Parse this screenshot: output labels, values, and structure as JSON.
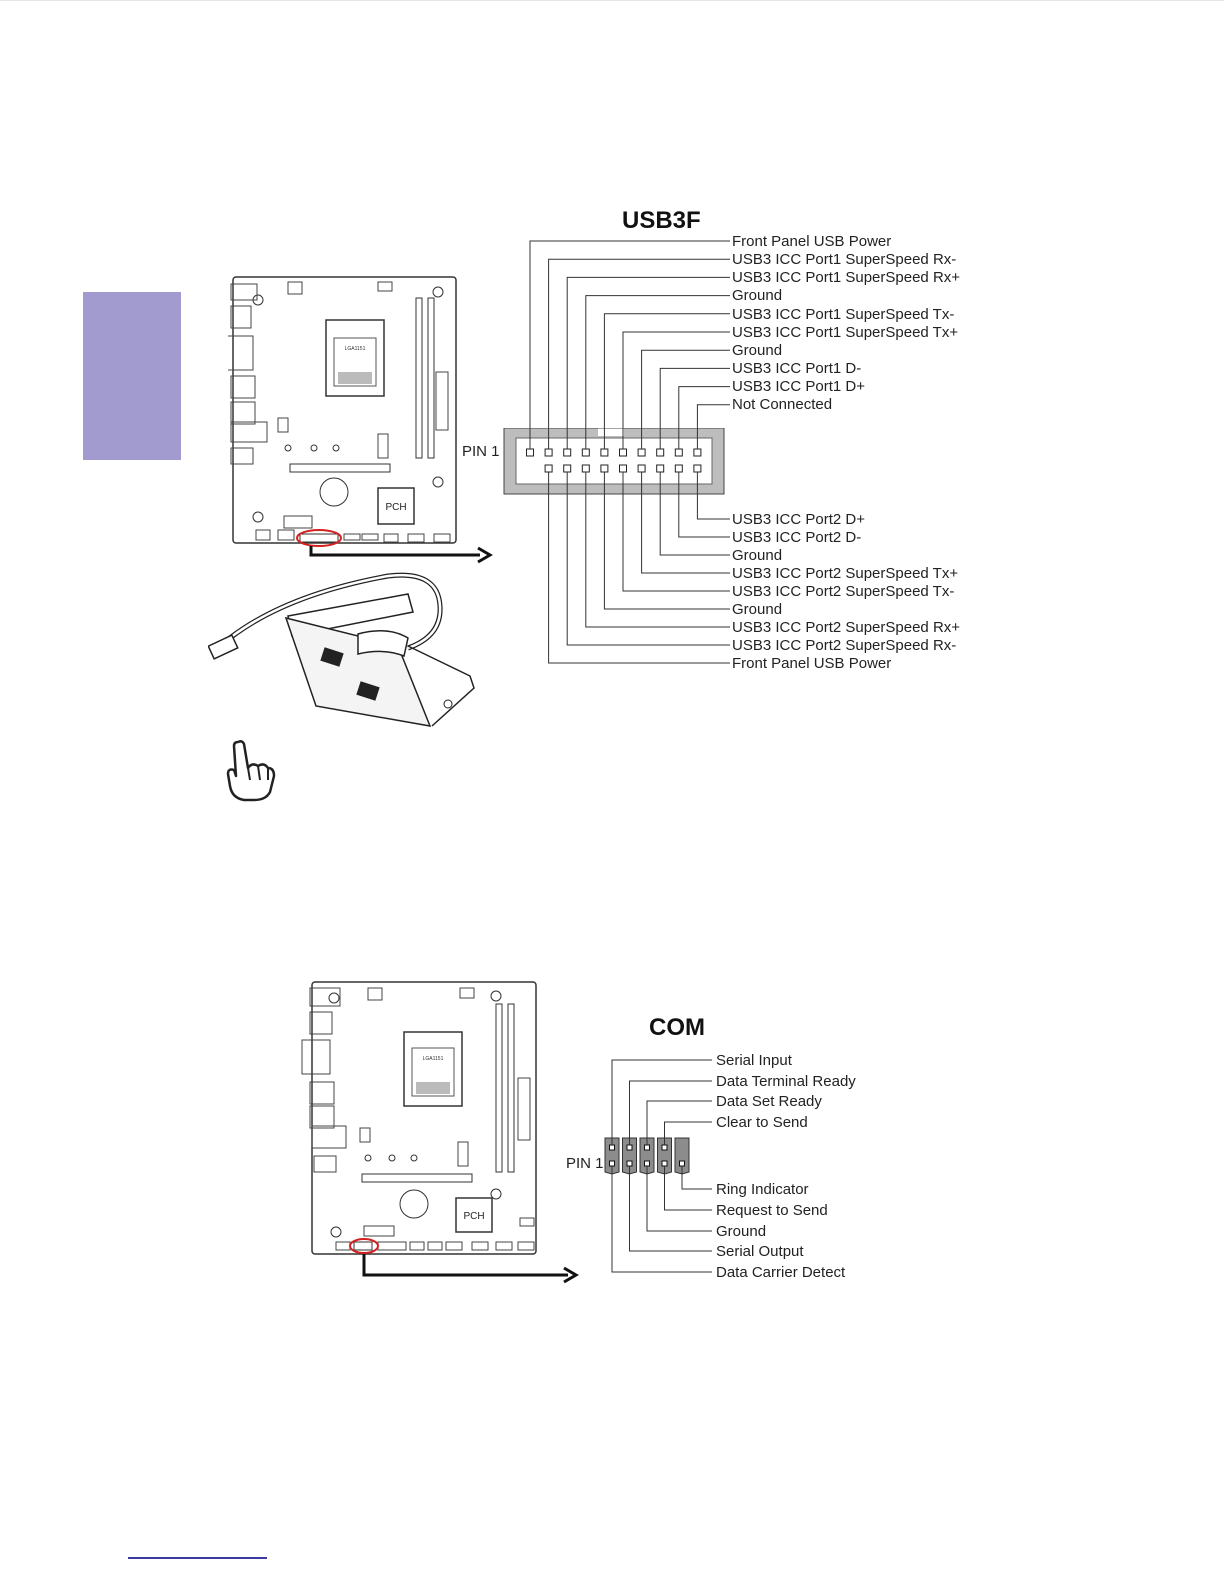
{
  "usb3f": {
    "title": "USB3F",
    "pin1_label": "PIN 1",
    "top_pins": [
      "Front Panel USB Power",
      "USB3 ICC Port1 SuperSpeed Rx-",
      "USB3 ICC Port1 SuperSpeed Rx+",
      "Ground",
      "USB3 ICC Port1 SuperSpeed Tx-",
      "USB3 ICC Port1 SuperSpeed Tx+",
      "Ground",
      "USB3 ICC Port1 D-",
      "USB3 ICC Port1 D+",
      "Not Connected"
    ],
    "bottom_pins": [
      "USB3 ICC Port2 D+",
      "USB3 ICC Port2 D-",
      "Ground",
      "USB3 ICC Port2 SuperSpeed Tx+",
      "USB3 ICC Port2 SuperSpeed Tx-",
      "Ground",
      "USB3 ICC Port2 SuperSpeed Rx+",
      "USB3 ICC Port2 SuperSpeed Rx-",
      "Front Panel USB Power"
    ]
  },
  "com": {
    "title": "COM",
    "pin1_label": "PIN 1",
    "top_pins": [
      "Serial Input",
      "Data Terminal Ready",
      "Data Set Ready",
      "Clear to Send"
    ],
    "bottom_pins": [
      "Ring Indicator",
      "Request to Send",
      "Ground",
      "Serial Output",
      "Data Carrier Detect"
    ]
  },
  "board": {
    "socket_label": "LGA1151",
    "chipset_label": "PCH"
  },
  "colors": {
    "side_tab": "#a29bd0",
    "highlight_ring": "#d42020",
    "header_frame": "#bdbdbd",
    "com_pin_block": "#8c8c8c"
  }
}
